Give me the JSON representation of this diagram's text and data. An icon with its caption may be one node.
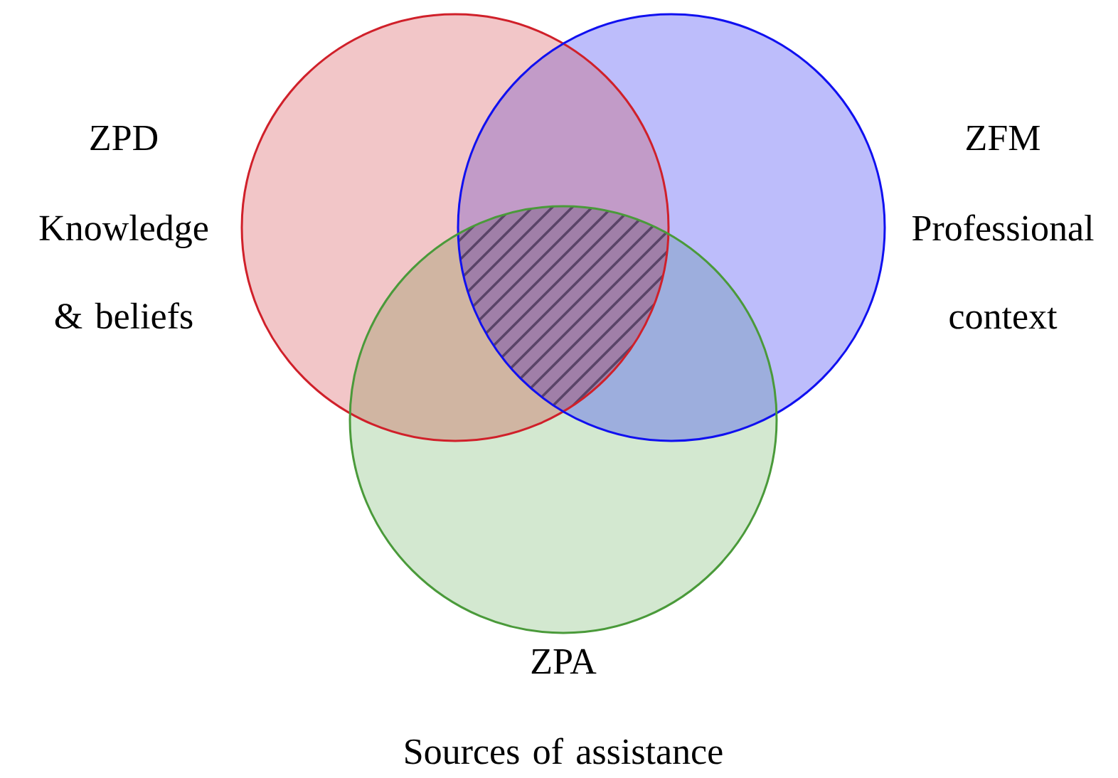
{
  "diagram": {
    "nodes": [
      {
        "text": [
          "ZPD",
          "Knowledge & beliefs"
        ]
      },
      {
        "text": [
          "ZFM",
          "Professional context"
        ]
      },
      {
        "text": [
          "ZPA",
          "Sources of assistance"
        ]
      }
    ]
  }
}
